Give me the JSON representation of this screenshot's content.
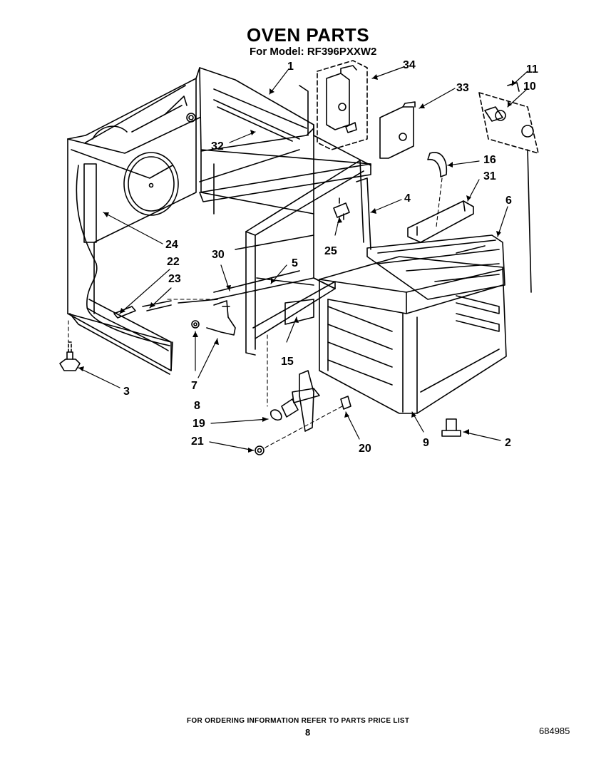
{
  "title": "OVEN PARTS",
  "subtitle": "For Model: RF396PXXW2",
  "footer_note": "FOR ORDERING INFORMATION REFER TO PARTS PRICE LIST",
  "page_number": "8",
  "document_number": "684985",
  "callouts": [
    "1",
    "2",
    "3",
    "4",
    "5",
    "6",
    "7",
    "8",
    "9",
    "10",
    "11",
    "15",
    "16",
    "19",
    "20",
    "21",
    "22",
    "23",
    "24",
    "25",
    "30",
    "31",
    "32",
    "33",
    "34"
  ]
}
